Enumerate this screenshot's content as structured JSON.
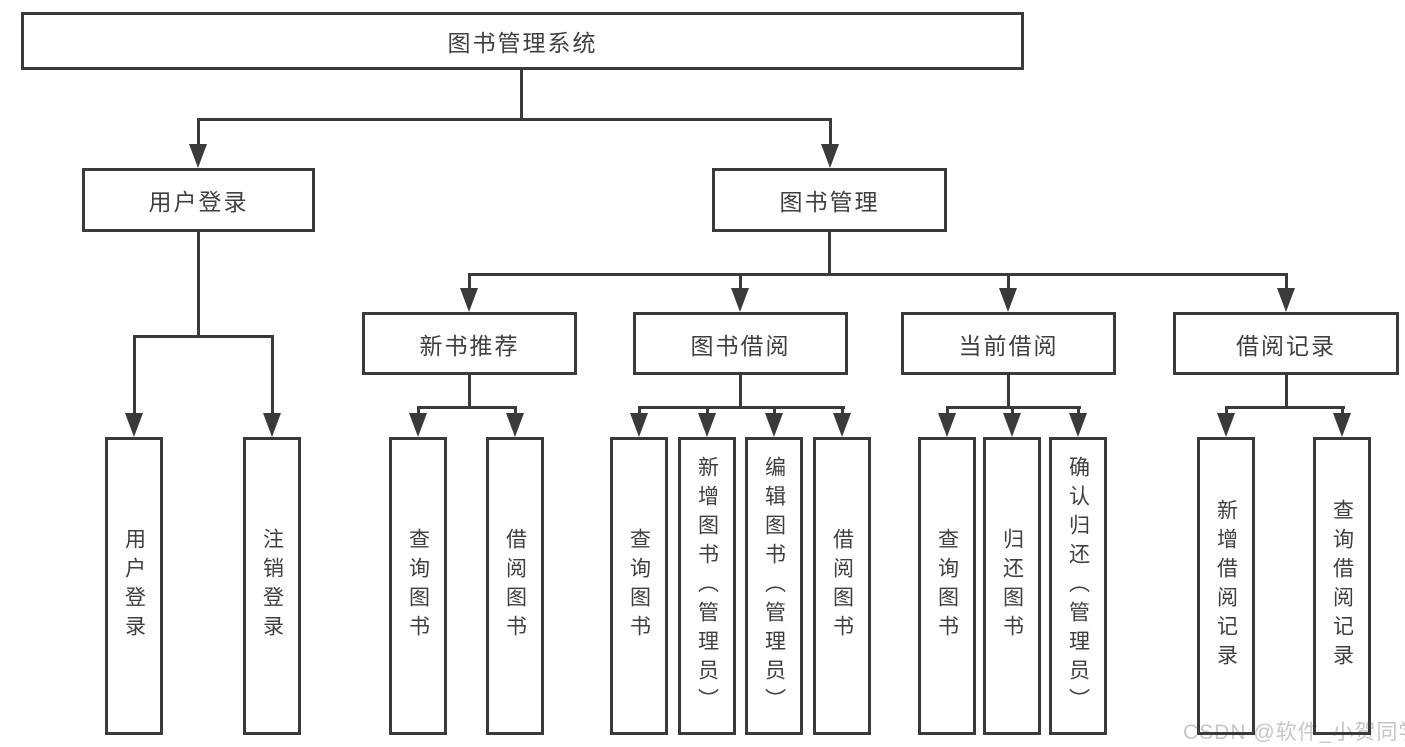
{
  "tree": {
    "label": "图书管理系统",
    "children": [
      {
        "label": "用户登录",
        "children": [
          {
            "label": "用户登录"
          },
          {
            "label": "注销登录"
          }
        ]
      },
      {
        "label": "图书管理",
        "children": [
          {
            "label": "新书推荐",
            "children": [
              {
                "label": "查询图书"
              },
              {
                "label": "借阅图书"
              }
            ]
          },
          {
            "label": "图书借阅",
            "children": [
              {
                "label": "查询图书"
              },
              {
                "label": "新增图书（管理员）"
              },
              {
                "label": "编辑图书（管理员）"
              },
              {
                "label": "借阅图书"
              }
            ]
          },
          {
            "label": "当前借阅",
            "children": [
              {
                "label": "查询图书"
              },
              {
                "label": "归还图书"
              },
              {
                "label": "确认归还（管理员）"
              }
            ]
          },
          {
            "label": "借阅记录",
            "children": [
              {
                "label": "新增借阅记录"
              },
              {
                "label": "查询借阅记录"
              }
            ]
          }
        ]
      }
    ]
  },
  "watermark": "CSDN @软件_小贺同学",
  "colors": {
    "line": "#3a3a3a",
    "text": "#3f3f3f",
    "watermark": "#c6c6c6",
    "background": "#ffffff"
  }
}
